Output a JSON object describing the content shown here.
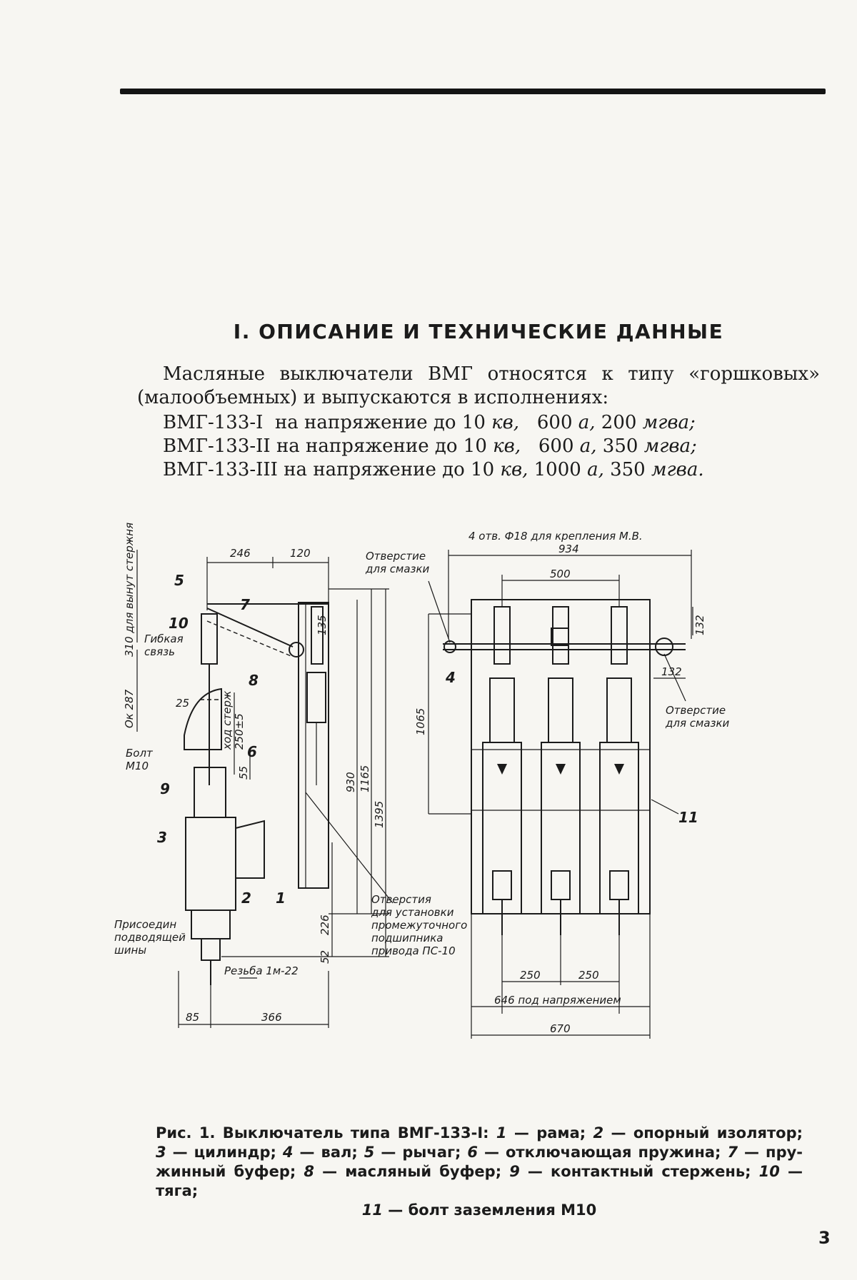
{
  "heading": "I. ОПИСАНИЕ И ТЕХНИЧЕСКИЕ ДАННЫЕ",
  "intro": {
    "line1": "Масляные выключатели ВМГ относятся к типу «горшковых»",
    "line2": "(малообъемных) и выпускаются в исполнениях:"
  },
  "variants": [
    {
      "model": "ВМГ-133-I",
      "text": "  на напряжение до 10 ",
      "unit_kv": "кв,",
      "current": "   600 ",
      "unit_a": "а,",
      "power": " 200 ",
      "unit_mva": "мгва;"
    },
    {
      "model": "ВМГ-133-II",
      "text": " на напряжение до 10 ",
      "unit_kv": "кв,",
      "current": "   600 ",
      "unit_a": "а,",
      "power": " 350 ",
      "unit_mva": "мгва;"
    },
    {
      "model": "ВМГ-133-III",
      "text": " на напряжение до 10 ",
      "unit_kv": "кв,",
      "current": " 1000 ",
      "unit_a": "а,",
      "power": " 350 ",
      "unit_mva": "мгва."
    }
  ],
  "figure": {
    "left_view": {
      "dims": {
        "d246": "246",
        "d120": "120",
        "d310": "310 для вынут стержня",
        "d287": "Ок 287",
        "d25": "25",
        "d135": "135",
        "d930": "930",
        "d1165": "1165",
        "d1395": "1395",
        "d226": "226",
        "d52": "52",
        "d55": "55",
        "d85": "85",
        "d366": "366",
        "stroke": "ход стерж",
        "d250": "250±5"
      },
      "notes": {
        "flex_link_1": "Гибкая",
        "flex_link_2": "связь",
        "bolt_1": "Болт",
        "bolt_2": "М10",
        "thread": "Резьба 1м-22",
        "busbar_1": "Присоедин",
        "busbar_2": "подводящей",
        "busbar_3": "шины",
        "hole_1": "Отверстия",
        "hole_2": "для установки",
        "hole_3": "промежуточного",
        "hole_4": "подшипника",
        "hole_5": "привода ПС-10"
      },
      "numbers": [
        "1",
        "2",
        "3",
        "5",
        "6",
        "7",
        "8",
        "9",
        "10"
      ]
    },
    "right_view": {
      "dims": {
        "top_note": "4 отв. Ф18 для крепления М.В.",
        "d934": "934",
        "d500": "500",
        "d132": "132",
        "d132b": "132",
        "d1065": "1065",
        "d250a": "250",
        "d250b": "250",
        "d646": "646 под напряжением",
        "d670": "670"
      },
      "notes": {
        "lube_left_1": "Отверстие",
        "lube_left_2": "для смазки",
        "lube_right_1": "Отверстие",
        "lube_right_2": "для смазки"
      },
      "numbers": [
        "4",
        "11"
      ]
    }
  },
  "caption": {
    "line1": [
      "Рис. 1. Выключатель типа ВМГ-133-I: ",
      "1",
      " — рама; ",
      "2",
      " — опорный изолятор;"
    ],
    "line2": [
      "3",
      " — цилиндр; ",
      "4",
      " — вал; ",
      "5",
      " — рычаг; ",
      "6",
      " — отключающая пружина; ",
      "7",
      " — пру-"
    ],
    "line3": [
      "жинный буфер; ",
      "8",
      " — масляный буфер; ",
      "9",
      " — контактный стержень; ",
      "10",
      " — тяга;"
    ],
    "line4": [
      "11",
      " — болт заземления М10"
    ]
  },
  "page_number": "3"
}
